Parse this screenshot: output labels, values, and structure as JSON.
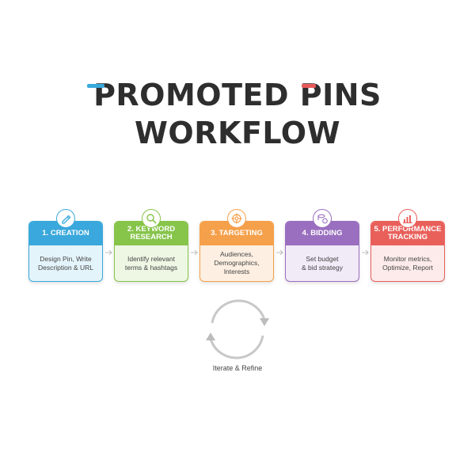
{
  "title": {
    "line1": "PROMOTED PINS",
    "line2": "WORKFLOW"
  },
  "steps": [
    {
      "heading": "1. CREATION",
      "body": "Design Pin, Write\nDescription & URL",
      "icon": "pen-icon",
      "color": "#3aa8dc",
      "light": "#e4f4fb"
    },
    {
      "heading": "2. KEYWORD\nRESEARCH",
      "body": "Identify relevant\nterms & hashtags",
      "icon": "magnifier-icon",
      "color": "#86c44a",
      "light": "#eef7e4"
    },
    {
      "heading": "3. TARGETING",
      "body": "Audiences,\nDemographics,\nInterests",
      "icon": "target-icon",
      "color": "#f5a04a",
      "light": "#fdf0e2"
    },
    {
      "heading": "4. BIDDING",
      "body": "Set budget\n& bid strategy",
      "icon": "coins-icon",
      "color": "#9a6fbf",
      "light": "#f1eaf7"
    },
    {
      "heading": "5. PERFORMANCE\nTRACKING",
      "body": "Monitor metrics,\nOptimize, Report",
      "icon": "bar-chart-icon",
      "color": "#e9605b",
      "light": "#fcebea"
    }
  ],
  "cycle": {
    "label": "Iterate & Refine"
  }
}
